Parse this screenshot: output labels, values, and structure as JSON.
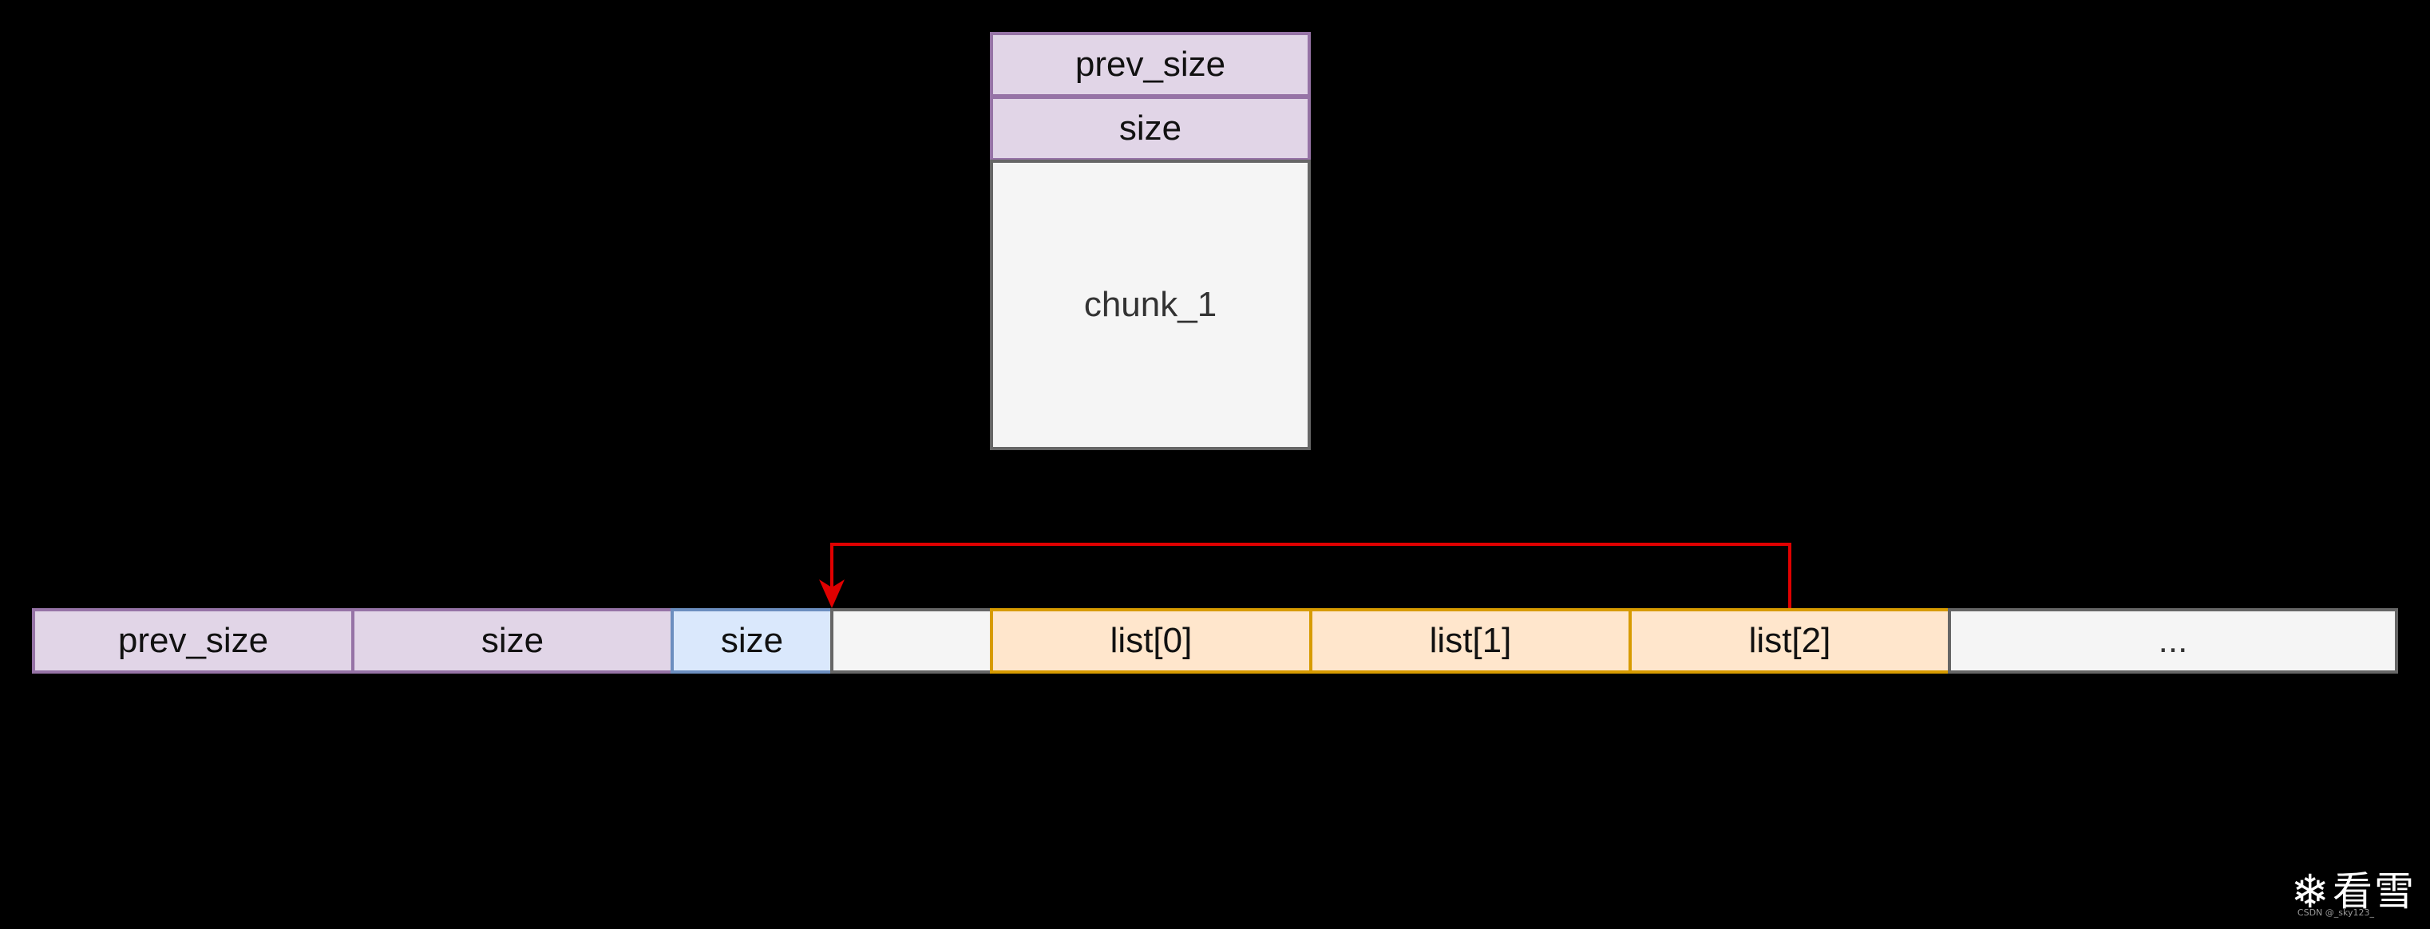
{
  "top_chunk": {
    "prev_size": "prev_size",
    "size": "size",
    "body": "chunk_1"
  },
  "row": {
    "cells": [
      "prev_size",
      "size",
      "size",
      "",
      "list[0]",
      "list[1]",
      "list[2]",
      "..."
    ]
  },
  "arrow": {
    "from": "list[2]",
    "to": "size",
    "color": "#e00000"
  },
  "colors": {
    "background": "#000000",
    "header_fill": "#e1d5e7",
    "header_stroke": "#9673a6",
    "size_fill": "#dae8fc",
    "size_stroke": "#6c8ebf",
    "list_fill": "#ffe6cc",
    "list_stroke": "#d79b00",
    "plain_fill": "#f5f5f5",
    "plain_stroke": "#666666"
  },
  "watermark": {
    "icon": "snowflake-icon",
    "text": "看雪",
    "credit": "CSDN @_sky123_"
  }
}
